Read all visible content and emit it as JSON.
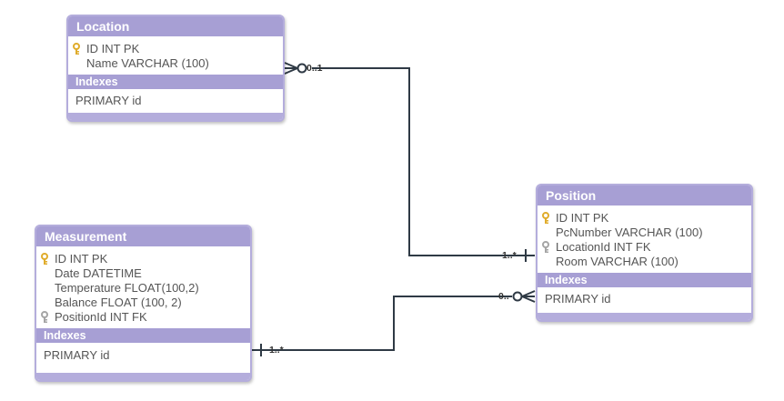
{
  "colors": {
    "header": "#a79fd4",
    "border": "#b4addc",
    "pk_key": "#e0ac2c",
    "fk_key": "#a5a5a5",
    "connector": "#2f3a45"
  },
  "tables": {
    "location": {
      "title": "Location",
      "fields": [
        {
          "text": "ID INT PK",
          "key": "pk"
        },
        {
          "text": "Name VARCHAR (100)",
          "key": ""
        }
      ],
      "indexes_label": "Indexes",
      "indexes": [
        "PRIMARY id"
      ]
    },
    "position": {
      "title": "Position",
      "fields": [
        {
          "text": "ID INT PK",
          "key": "pk"
        },
        {
          "text": "PcNumber VARCHAR (100)",
          "key": ""
        },
        {
          "text": "LocationId INT FK",
          "key": "fk"
        },
        {
          "text": "Room VARCHAR (100)",
          "key": ""
        }
      ],
      "indexes_label": "Indexes",
      "indexes": [
        "PRIMARY id"
      ]
    },
    "measurement": {
      "title": "Measurement",
      "fields": [
        {
          "text": "ID INT PK",
          "key": "pk"
        },
        {
          "text": "Date DATETIME",
          "key": ""
        },
        {
          "text": "Temperature FLOAT(100,2)",
          "key": ""
        },
        {
          "text": "Balance FLOAT (100, 2)",
          "key": ""
        },
        {
          "text": "PositionId INT FK",
          "key": "fk"
        }
      ],
      "indexes_label": "Indexes",
      "indexes": [
        "PRIMARY id"
      ]
    }
  },
  "relations": [
    {
      "name": "location-position",
      "from_label": "0..1",
      "to_label": "1..*"
    },
    {
      "name": "position-measurement",
      "from_label": "0..",
      "to_label": "1..*"
    }
  ]
}
